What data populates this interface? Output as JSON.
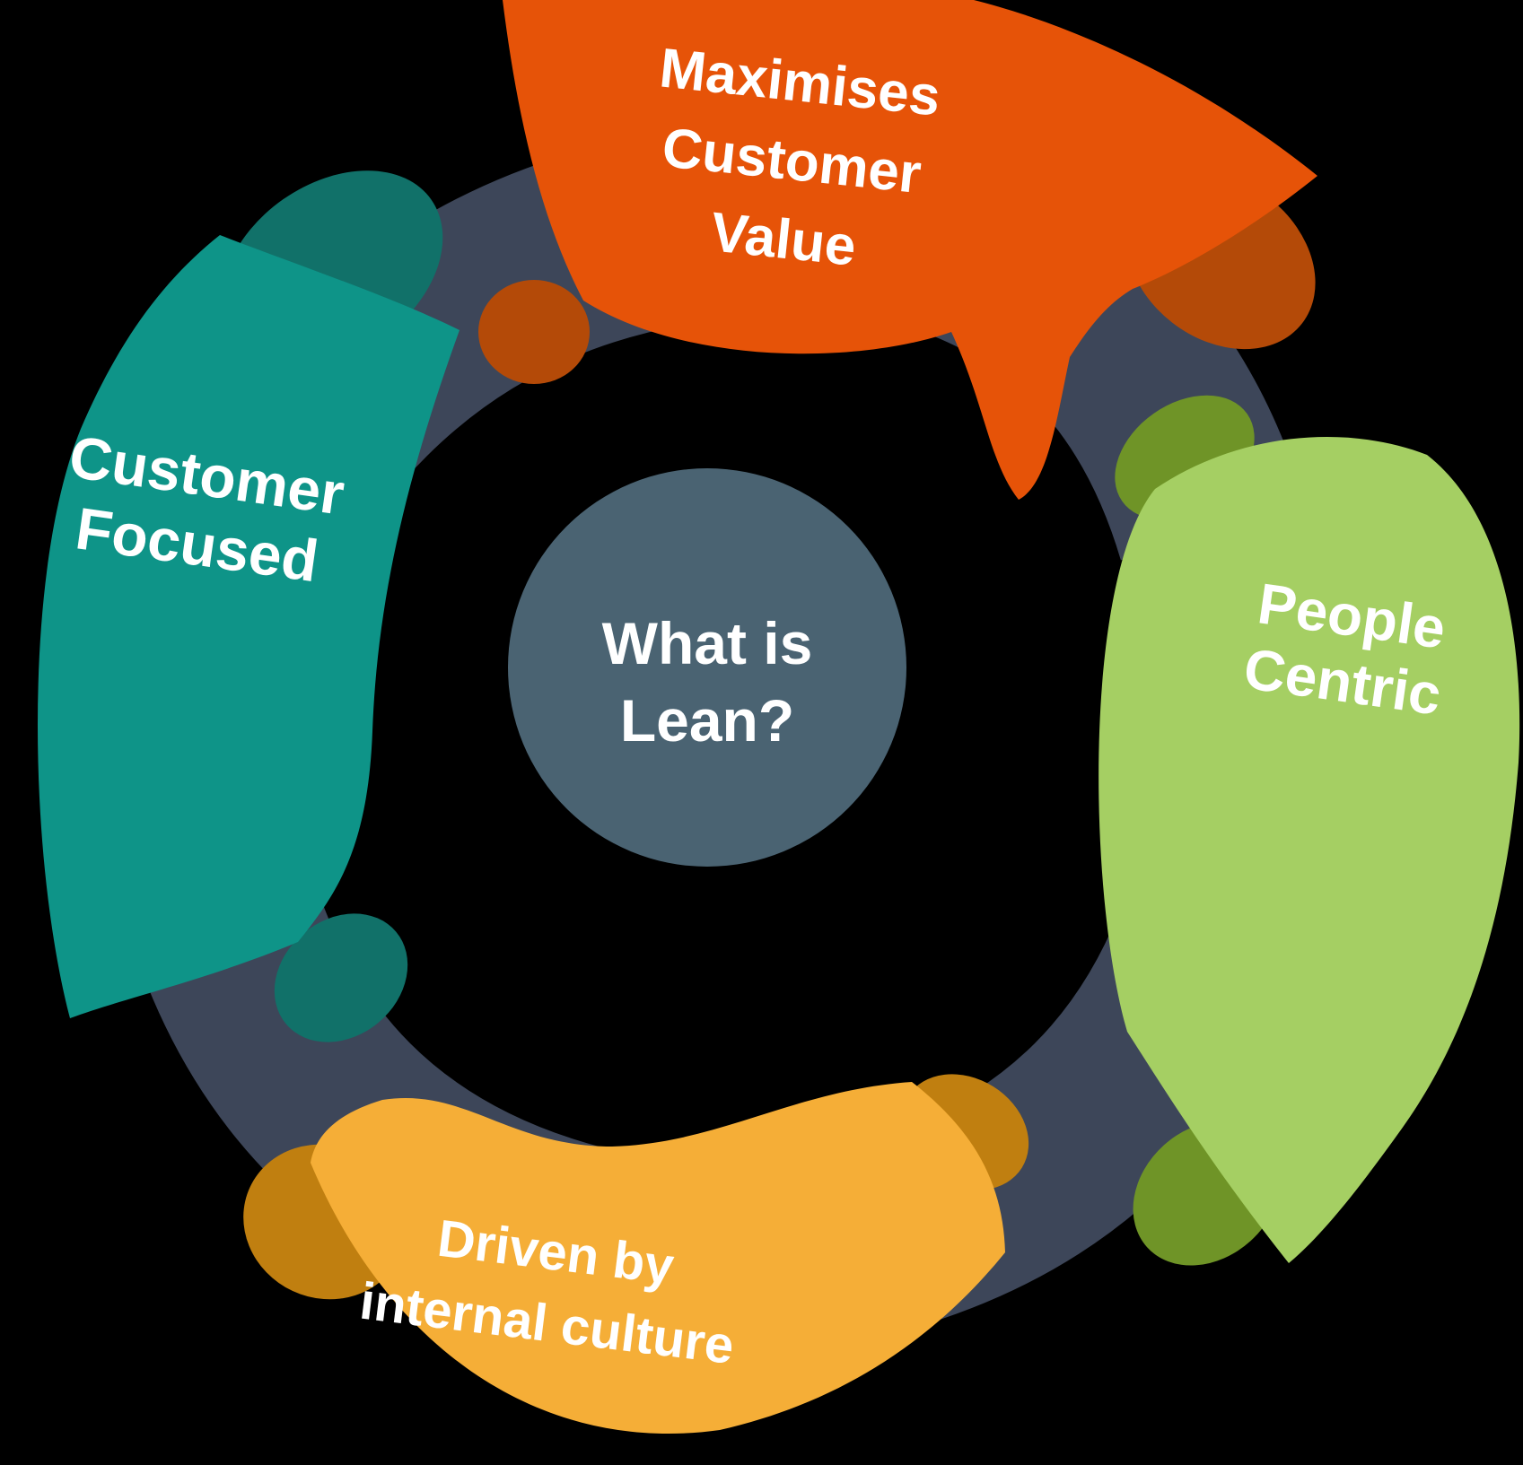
{
  "diagram": {
    "title": "What is Lean?"
  },
  "center": {
    "line1": "What is",
    "line2": "Lean?",
    "color": "#4A6372",
    "text_color": "#FFFFFF"
  },
  "ring": {
    "color": "#3D4659"
  },
  "background_color": "#000000",
  "banners": {
    "top": {
      "label_lines": [
        "Maximises",
        "Customer",
        "Value"
      ],
      "color": "#E65308",
      "fold_color": "#B44A08"
    },
    "right": {
      "label_lines": [
        "People",
        "Centric"
      ],
      "color": "#A5CF63",
      "fold_color": "#6F9427"
    },
    "bottom": {
      "label_lines": [
        "Driven by",
        "internal culture"
      ],
      "color": "#F5AE37",
      "fold_color": "#C07F10"
    },
    "left": {
      "label_lines": [
        "Customer",
        "Focused"
      ],
      "color": "#0E9488",
      "fold_color": "#117169"
    }
  }
}
